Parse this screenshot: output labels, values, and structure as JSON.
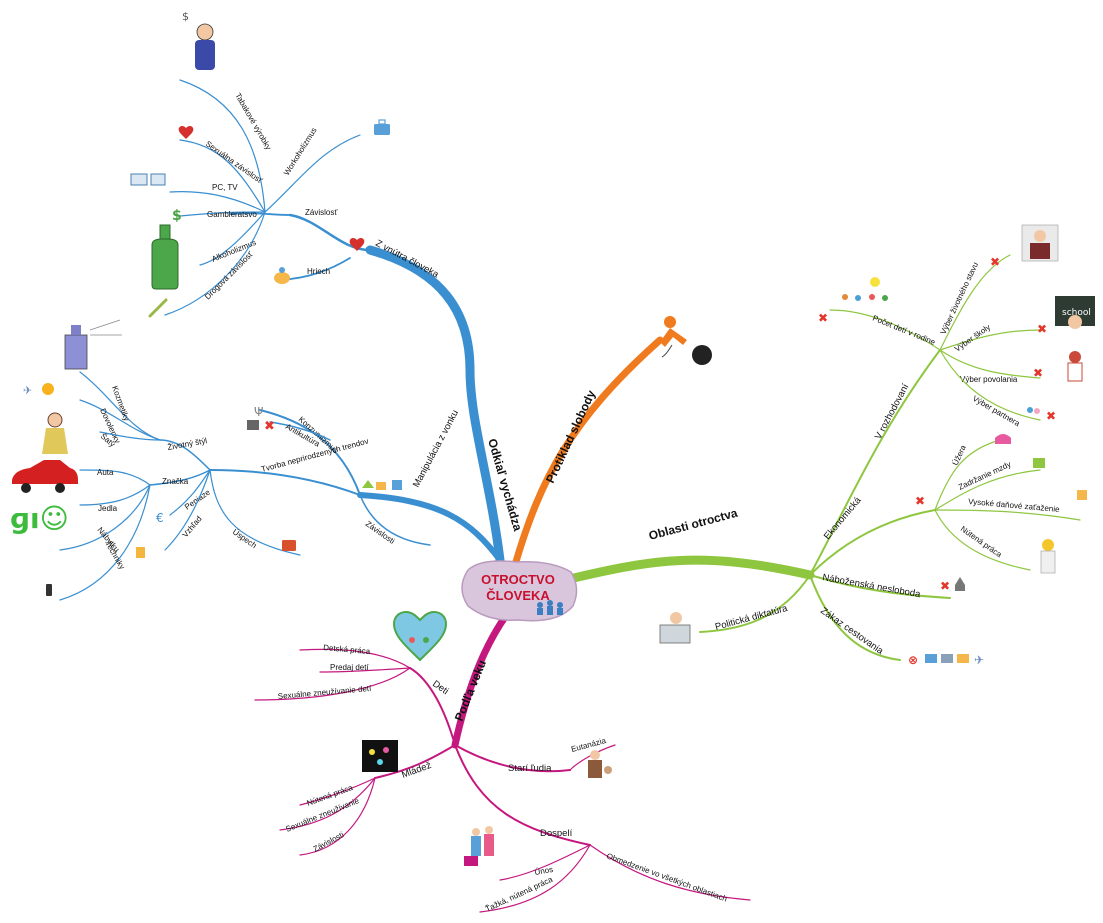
{
  "center": {
    "line1": "OTROCTVO",
    "line2": "ČLOVEKA"
  },
  "branches": {
    "odkial": {
      "label": "Odkiaľ vychádza",
      "z_vnutra": {
        "label": "Z vnútra človeka",
        "zavislost": {
          "label": "Závislosť",
          "items": [
            "Workoholizmus",
            "Tabakové výrobky",
            "Sexuálna závislosť",
            "PC, TV",
            "Gambleratsvo",
            "Alkoholizmus",
            "Drogová závislosť"
          ]
        },
        "hriech": "Hriech"
      },
      "manipulacia": {
        "label": "Manipulácia z vonku",
        "trendy": {
          "label": "Tvorba neprirodzených trendov",
          "zivotny_styl": {
            "label": "Životný štýl",
            "items": [
              "Kozmetiky",
              "Dovolenky",
              "Šaty"
            ]
          },
          "znacka": {
            "label": "Značka",
            "items": [
              "Auta",
              "Jedla",
              "Nábytku",
              "Techniky"
            ]
          },
          "peniaze": "Peniaze",
          "vzhlad": "Vzhľad",
          "uspech": "Úspech"
        },
        "konzumizmus": "Konzumizmus",
        "antikultura": "Antikultúra",
        "zavislosti": "Závislosti"
      }
    },
    "protiklad": {
      "label": "Protiklad slobody"
    },
    "oblasti": {
      "label": "Oblasti otroctva",
      "v_rozhodovani": {
        "label": "V rozhodovaní",
        "items": [
          "Počet detí v rodine",
          "Výber životného stavu",
          "Výber školy",
          "Výber povolania",
          "Výber partnera"
        ]
      },
      "ekonomicka": {
        "label": "Ekonomická",
        "items": [
          "Úžera",
          "Zadržanie mzdy",
          "Vysoké daňové zaťaženie",
          "Nútená práca"
        ]
      },
      "nabozenska": "Náboženská nesloboda",
      "politicka": "Politická diktatúra",
      "zakaz": "Zákaz cestovania"
    },
    "podla_veku": {
      "label": "Podľa veku",
      "deti": {
        "label": "Deti",
        "items": [
          "Detská práca",
          "Predaj detí",
          "Sexuálne zneužívanie detí"
        ]
      },
      "mladez": {
        "label": "Mládež",
        "items": [
          "Nútená práca",
          "Sexuálne zneužívanie",
          "Závislosti"
        ]
      },
      "starí": {
        "label": "Starí ľudia",
        "items": [
          "Eutanázia"
        ]
      },
      "dospeli": {
        "label": "Dospelí",
        "items": [
          "Únos",
          "Ťažká, nútená práca",
          "Obmedzenie vo všetkých oblastiach"
        ]
      }
    }
  },
  "colors": {
    "blue": "#3a8fd1",
    "orange": "#f07a1e",
    "green": "#8ec63f",
    "magenta": "#c4187f",
    "center_fill": "#d9c6dc",
    "center_text": "#c8102e",
    "cross": "#e4372c"
  }
}
